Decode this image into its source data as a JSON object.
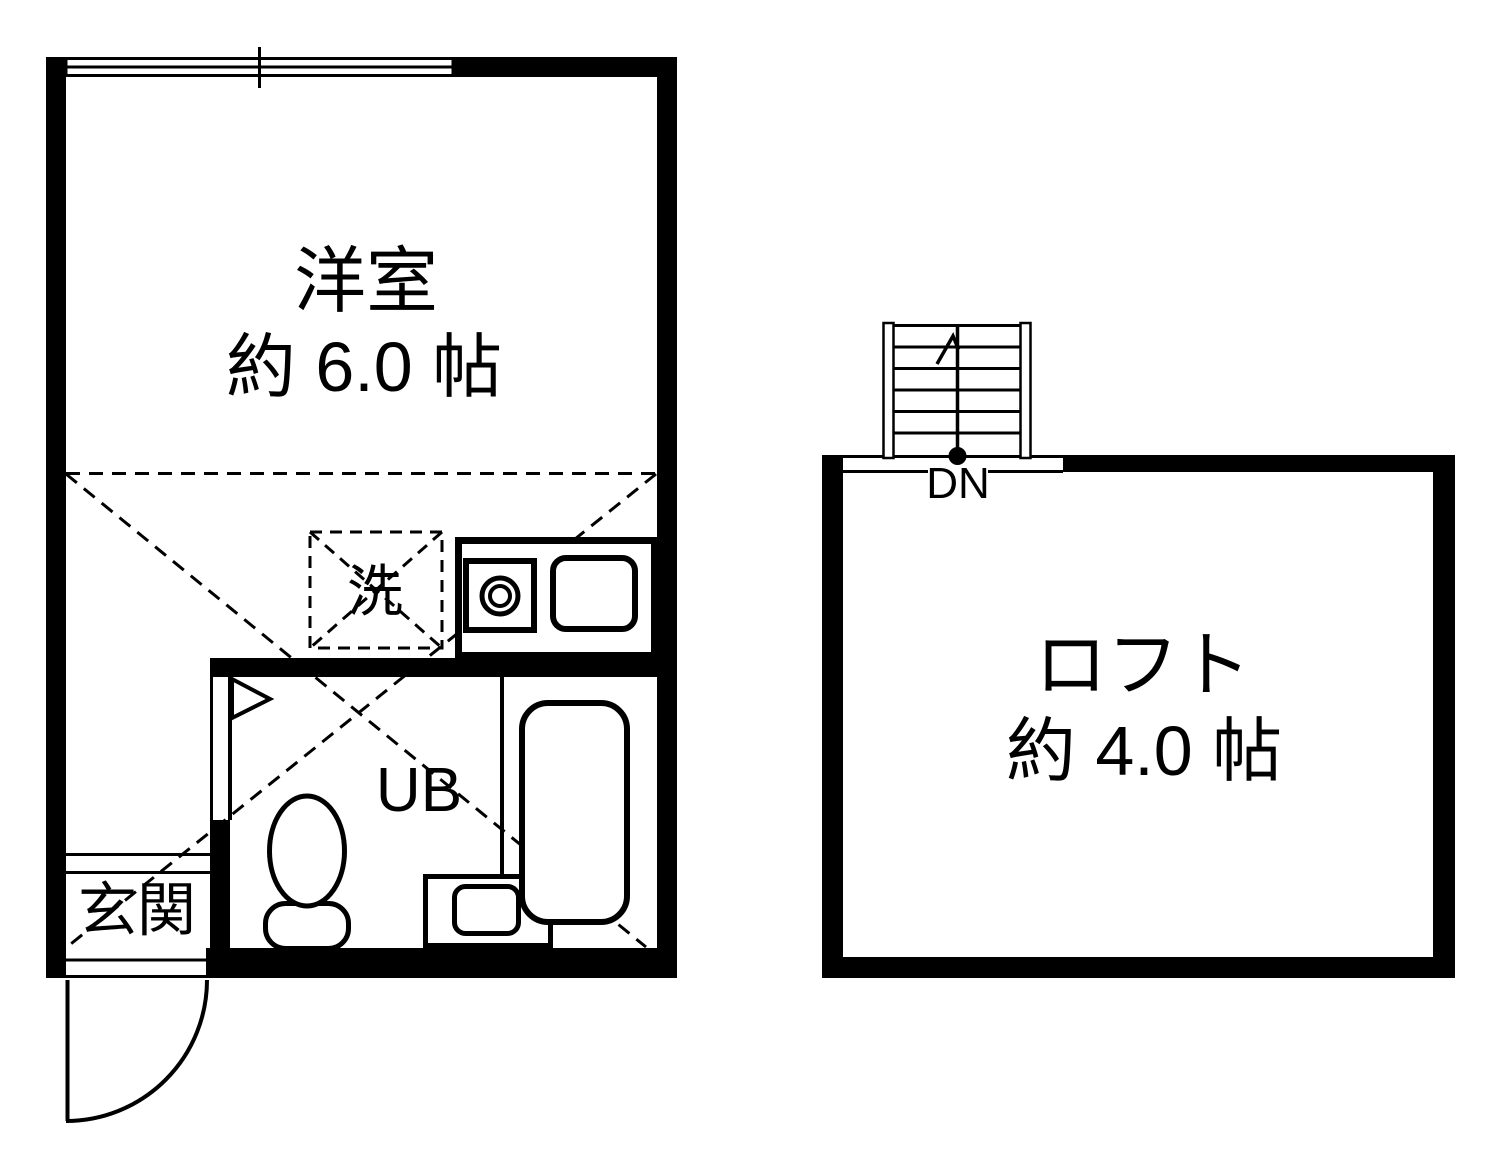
{
  "plan": {
    "type": "japanese-apartment-floorplan",
    "colors": {
      "wall": "#000000",
      "line": "#000000",
      "background": "#ffffff"
    },
    "rooms": {
      "main_room": {
        "name": "洋室",
        "size": "約 6.0 帖"
      },
      "loft": {
        "name": "ロフト",
        "size": "約 4.0 帖"
      },
      "entrance": {
        "label": "玄関"
      },
      "bathroom": {
        "label": "UB"
      },
      "washer_space": {
        "label": "洗"
      },
      "stairs": {
        "direction_label": "DN"
      }
    }
  }
}
